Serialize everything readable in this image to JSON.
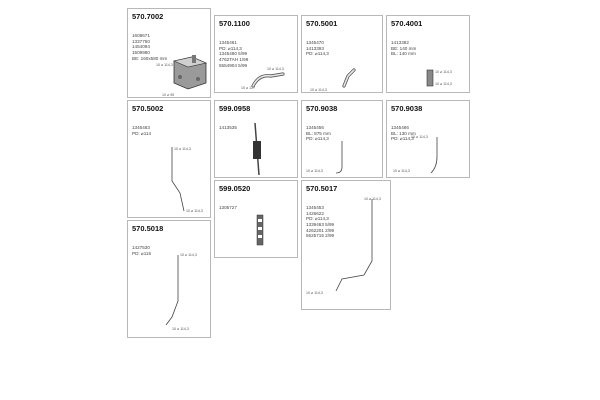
{
  "parts": [
    {
      "id": "b1",
      "part_no": "570.7002",
      "info": [
        "1608671",
        "1337750",
        "1454094",
        "1509980",
        "BE: 160x580 mm"
      ],
      "labels": [
        "10 ⌀ 114,3",
        "10 ⌀ 95"
      ]
    },
    {
      "id": "b2",
      "part_no": "570.1100",
      "info": [
        "1345461",
        "PD: ⌀114,3",
        "",
        "1345460 5/99",
        "4762TAH 1/99",
        "5554904 5/99"
      ],
      "labels": [
        "10 ⌀ 114,3",
        "10 ⌀ 127"
      ]
    },
    {
      "id": "b3",
      "part_no": "570.5001",
      "info": [
        "1345470",
        "1413393",
        "PD: ⌀114,3"
      ],
      "labels": [
        "10 ⌀ 114,3"
      ]
    },
    {
      "id": "b4",
      "part_no": "570.4001",
      "info": [
        "1413382",
        "BE: 140 mm",
        "BL: 140 mm"
      ],
      "labels": [
        "10 ⌀ 114,3",
        "10 ⌀ 114,3"
      ]
    },
    {
      "id": "b5",
      "part_no": "570.5002",
      "info": [
        "1345463",
        "PD: ⌀114"
      ],
      "labels": [
        "10 ⌀ 114,3",
        "10 ⌀ 114,3"
      ]
    },
    {
      "id": "b6",
      "part_no": "599.0958",
      "info": [
        "1413535"
      ],
      "labels": []
    },
    {
      "id": "b7",
      "part_no": "570.9038",
      "info": [
        "1345456",
        "BL: 875 mm",
        "PD: ⌀114,3"
      ],
      "labels": [
        "10 ⌀ 114,3"
      ]
    },
    {
      "id": "b8",
      "part_no": "570.9038",
      "info": [
        "1345466",
        "BL: 130 mm",
        "PD: ⌀114,3"
      ],
      "labels": [
        "10 ⌀ 114,3",
        "10 ⌀ 114,3"
      ]
    },
    {
      "id": "b9",
      "part_no": "599.0520",
      "info": [
        "1305727"
      ],
      "labels": []
    },
    {
      "id": "b10",
      "part_no": "570.5017",
      "info": [
        "1345453",
        "1426622",
        "PD: ⌀114,3",
        "",
        "1339463 5/99",
        "4262201 2/99",
        "5625715 2/99"
      ],
      "labels": [
        "10 ⌀ 114,3",
        "10 ⌀ 114,3"
      ]
    },
    {
      "id": "b11",
      "part_no": "570.5018",
      "info": [
        "1427530",
        "PD: ⌀115"
      ],
      "labels": [
        "10 ⌀ 114,3",
        "10 ⌀ 114,3"
      ]
    }
  ]
}
